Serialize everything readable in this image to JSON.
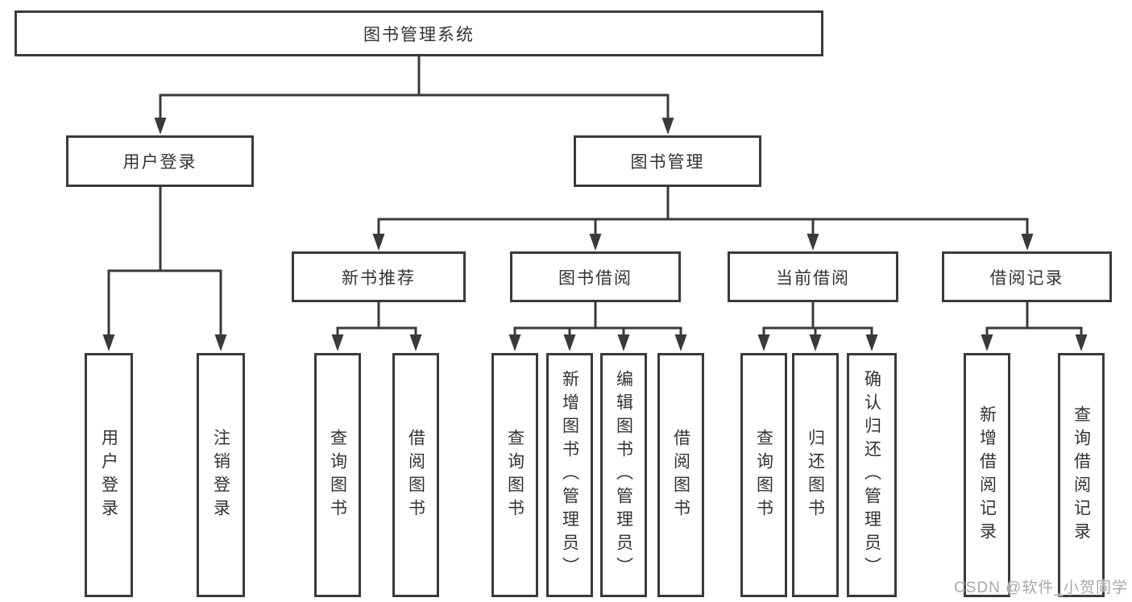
{
  "diagram_title": "图书管理系统",
  "colors": {
    "line": "#3a3a3a",
    "text": "#333333",
    "watermark": "#a8a8a8",
    "background": "#ffffff"
  },
  "tree": {
    "label": "图书管理系统",
    "children": [
      {
        "label": "用户登录",
        "children": [
          {
            "label": "用户登录"
          },
          {
            "label": "注销登录"
          }
        ]
      },
      {
        "label": "图书管理",
        "children": [
          {
            "label": "新书推荐",
            "children": [
              {
                "label": "查询图书"
              },
              {
                "label": "借阅图书"
              }
            ]
          },
          {
            "label": "图书借阅",
            "children": [
              {
                "label": "查询图书"
              },
              {
                "label": "新增图书（管理员）"
              },
              {
                "label": "编辑图书（管理员）"
              },
              {
                "label": "借阅图书"
              }
            ]
          },
          {
            "label": "当前借阅",
            "children": [
              {
                "label": "查询图书"
              },
              {
                "label": "归还图书"
              },
              {
                "label": "确认归还（管理员）"
              }
            ]
          },
          {
            "label": "借阅记录",
            "children": [
              {
                "label": "新增借阅记录"
              },
              {
                "label": "查询借阅记录"
              }
            ]
          }
        ]
      }
    ]
  },
  "watermark": {
    "text": "CSDN @软件_小贺同学"
  }
}
